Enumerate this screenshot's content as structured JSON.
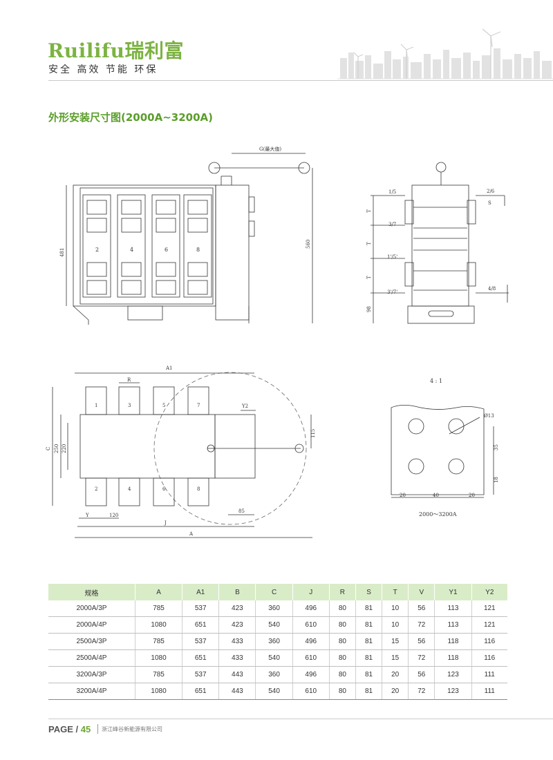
{
  "header": {
    "brand": "Ruilifu瑞利富",
    "tagline": "安全 高效 节能 环保"
  },
  "section_title": "外形安装尺寸图(2000A~3200A)",
  "drawings": {
    "front": {
      "g_label": "G(最大值)",
      "h_label": "560",
      "left_label": "481",
      "poles": [
        "2",
        "4",
        "6",
        "8"
      ]
    },
    "side": {
      "labels": [
        "1/5",
        "3/7",
        "1'/5'",
        "3'/7'",
        "2/6",
        "4/8",
        "S",
        "T",
        "T",
        "T",
        "98"
      ]
    },
    "top": {
      "a1_label": "A1",
      "r_label": "R",
      "y_label": "Y",
      "dim_120": "120",
      "j_label": "J",
      "a_label": "A",
      "c_label": "C",
      "dim_250": "250",
      "dim_220": "220",
      "y2_label": "Y2",
      "dim_115": "115",
      "dim_85": "85",
      "top_poles": [
        "1",
        "3",
        "5",
        "7"
      ],
      "bottom_poles": [
        "2",
        "4",
        "6",
        "8"
      ]
    },
    "detail": {
      "scale": "4 : 1",
      "hole": "Ø13",
      "dim_35": "35",
      "dim_18": "18",
      "dim_20a": "20",
      "dim_40": "40",
      "dim_20b": "20",
      "range": "2000～3200A"
    }
  },
  "table": {
    "headers": [
      "规格",
      "A",
      "A1",
      "B",
      "C",
      "J",
      "R",
      "S",
      "T",
      "V",
      "Y1",
      "Y2"
    ],
    "rows": [
      [
        "2000A/3P",
        "785",
        "537",
        "423",
        "360",
        "496",
        "80",
        "81",
        "10",
        "56",
        "113",
        "121"
      ],
      [
        "2000A/4P",
        "1080",
        "651",
        "423",
        "540",
        "610",
        "80",
        "81",
        "10",
        "72",
        "113",
        "121"
      ],
      [
        "2500A/3P",
        "785",
        "537",
        "433",
        "360",
        "496",
        "80",
        "81",
        "15",
        "56",
        "118",
        "116"
      ],
      [
        "2500A/4P",
        "1080",
        "651",
        "433",
        "540",
        "610",
        "80",
        "81",
        "15",
        "72",
        "118",
        "116"
      ],
      [
        "3200A/3P",
        "785",
        "537",
        "443",
        "360",
        "496",
        "80",
        "81",
        "20",
        "56",
        "123",
        "111"
      ],
      [
        "3200A/4P",
        "1080",
        "651",
        "443",
        "540",
        "610",
        "80",
        "81",
        "20",
        "72",
        "123",
        "111"
      ]
    ]
  },
  "footer": {
    "page_prefix": "PAGE / ",
    "page_number": "45",
    "company": "浙江峰谷新能源有限公司"
  },
  "colors": {
    "brand_green": "#7cb342",
    "title_green": "#5a9e2a",
    "table_header": "#d9ecc8"
  }
}
